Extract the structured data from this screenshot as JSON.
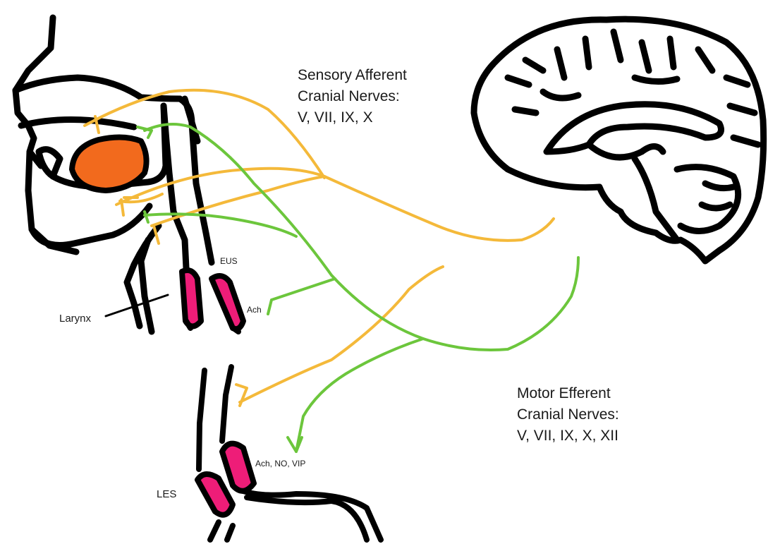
{
  "colors": {
    "outline": "#000000",
    "sensory_afferent": "#f4b93a",
    "motor_efferent": "#6cc63c",
    "sphincter": "#ee1d78",
    "tongue": "#f26a1d",
    "background": "#ffffff"
  },
  "labels": {
    "sensory_title_line1": "Sensory Afferent",
    "sensory_title_line2": "Cranial Nerves:",
    "sensory_list": "V, VII, IX, X",
    "motor_title_line1": "Motor Efferent",
    "motor_title_line2": "Cranial Nerves:",
    "motor_list": "V, VII, IX, X, XII",
    "larynx": "Larynx",
    "eus": "EUS",
    "ach_upper": "Ach",
    "ach_lower": "Ach, NO,  VIP",
    "les": "LES"
  }
}
